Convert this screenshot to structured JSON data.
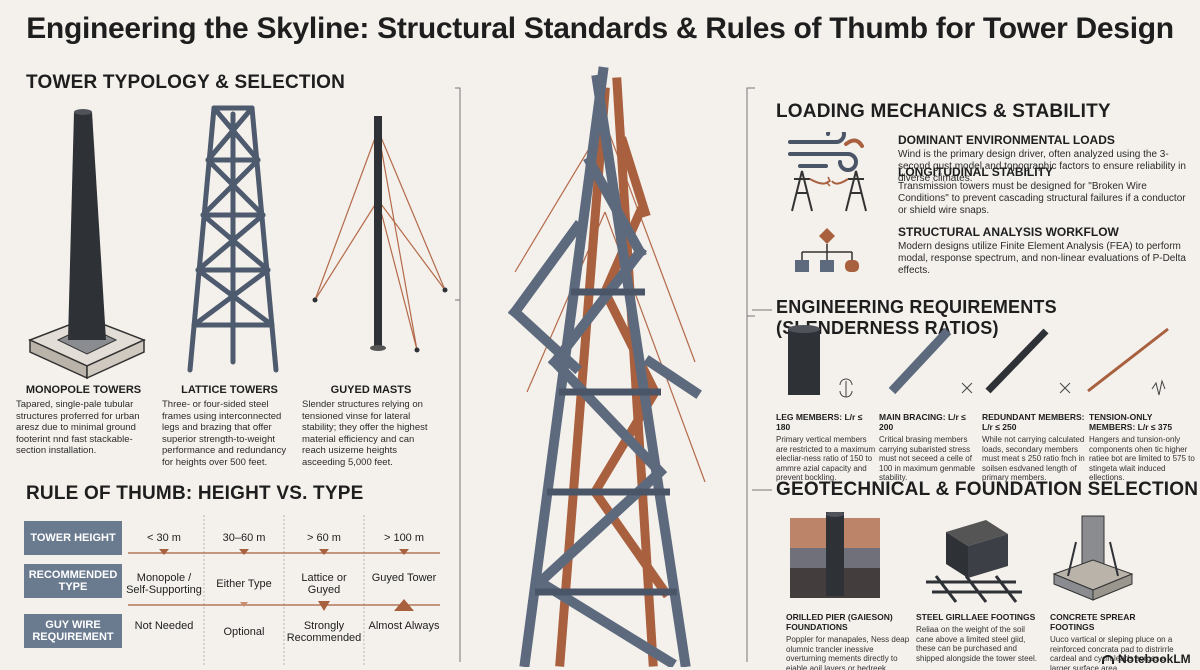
{
  "title": "Engineering the Skyline: Structural Standards & Rules of Thumb for Tower Design",
  "typology": {
    "heading": "TOWER TYPOLOGY & SELECTION",
    "items": [
      {
        "title": "MONOPOLE TOWERS",
        "text": "Tapared, single-pale tubular structures proferred for urban aresz due to minimal ground footerint nnd fast stackable-section installation."
      },
      {
        "title": "LATTICE TOWERS",
        "text": "Three- or four-sided steel frames using interconnected legs and brazing that offer superior strength-to-weight performance and redundancy for heights over 500 feet."
      },
      {
        "title": "GUYED MASTS",
        "text": "Slender structures relying on tensioned vinse for lateral stability; they offer the highest material efficiency and can reach usizeme heights asceeding 5,000 feet."
      }
    ]
  },
  "rule": {
    "heading": "RULE OF THUMB: HEIGHT VS. TYPE",
    "row_labels": [
      "TOWER HEIGHT",
      "RECOMMENDED TYPE",
      "GUY WIRE REQUIREMENT"
    ],
    "heights": [
      "< 30 m",
      "30–60 m",
      "> 60 m",
      "> 100 m"
    ],
    "types": [
      "Monopole / Self-Supporting",
      "Either Type",
      "Lattice or Guyed",
      "Guyed Tower"
    ],
    "guy": [
      "Not Needed",
      "Optional",
      "Strongly Recommended",
      "Almost Always"
    ]
  },
  "loading": {
    "heading": "LOADING MECHANICS & STABILITY",
    "items": [
      {
        "title": "DOMINANT ENVIRONMENTAL LOADS",
        "text": "Wind is the primary design driver, often analyzed using the 3-second gust model and topographic factors to ensure reliability in diverse climates.",
        "icon": "wind-icon"
      },
      {
        "title": "LONGITUDINAL STABILITY",
        "text": "Transmission towers must be designed for \"Broken Wire Conditions\" to prevent cascading structural failures if a conductor or shield wire snaps.",
        "icon": "transmission-tower-icon"
      },
      {
        "title": "STRUCTURAL ANALYSIS WORKFLOW",
        "text": "Modern designs utilize Finite Element Analysis (FEA) to perform modal, response spectrum, and non-linear evaluations of P-Delta effects.",
        "icon": "flowchart-icon"
      }
    ]
  },
  "requirements": {
    "heading": "ENGINEERING REQUIREMENTS (SLENDERNESS RATIOS)",
    "items": [
      {
        "title": "LEG MEMBERS: L/r ≤ 180",
        "text": "Primary vertical members are restricted to a maximum elecliar-ness ratio of 150 to ammre azial capacity and prevent bockling."
      },
      {
        "title": "MAIN BRACING: L/r ≤ 200",
        "text": "Critical brasing members carrying subaristed stress must not seceed a celle of 100 in maximum genmable stability."
      },
      {
        "title": "REDUNDANT MEMBERS: L/r ≤ 250",
        "text": "While not carrying calculated loads, secondary members must meat s 250 ratio fnch in soilsen esdvaned length of primary members."
      },
      {
        "title": "TENSION-ONLY MEMBERS: L/r ≤ 375",
        "text": "Hangers and tunsion-only components ohen tic higher ratiee bot are limited to 575 to stingeta wlait induced ellections."
      }
    ]
  },
  "geotech": {
    "heading": "GEOTECHNICAL & FOUNDATION SELECTION",
    "items": [
      {
        "title": "ORILLED PIER (GAIESON) FOUNDATIONS",
        "text": "Poppler for manapales, Ness deap olumnic trancler inessive overturning mements directly to eiable aoil layers or bedreek."
      },
      {
        "title": "STEEL GIRLLAEE FOOTINGS",
        "text": "Reliaa on the weight of the soil cane above a limited steel giid, these can be purchased and shipped alongside the tower steel."
      },
      {
        "title": "CONCRETE SPREAR FOOTINGS",
        "text": "Uuco vartical or sleping pluce on a reinforced concrata pad to distrirrle cardeal and cyclit leads across a larger surface area."
      }
    ]
  },
  "brand": "NotebookLM",
  "colors": {
    "steel": "#5d6a7e",
    "rust": "#a9603e",
    "dark": "#2e3136",
    "label_bg": "#6a7b90",
    "bg": "#f4f1ec"
  }
}
